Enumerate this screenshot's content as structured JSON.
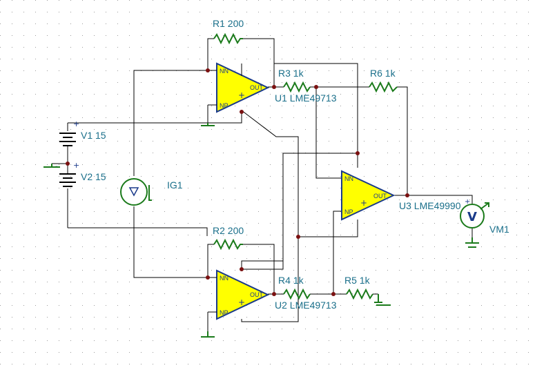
{
  "components": {
    "r1": "R1 200",
    "r2": "R2 200",
    "r3": "R3 1k",
    "r4": "R4 1k",
    "r5": "R5 1k",
    "r6": "R6 1k",
    "u1": "U1 LME49713",
    "u2": "U2 LME49713",
    "u3": "U3 LME49990",
    "v1": "V1 15",
    "v2": "V2 15",
    "ig1": "IG1",
    "vm1": "VM1"
  },
  "opamp_pins": {
    "inverting": "NN",
    "non_inverting": "NP",
    "output": "OUT",
    "minus": "−",
    "plus": "+"
  },
  "battery_marks": {
    "plus": "+",
    "minus": "-"
  },
  "meter_symbol": "V",
  "colors": {
    "opamp_fill": "#ffff00",
    "opamp_stroke": "#1a3a8a",
    "resistor": "#1a7a1a",
    "label": "#1a6f8a",
    "wire": "#000000",
    "junction": "#7a1010"
  }
}
